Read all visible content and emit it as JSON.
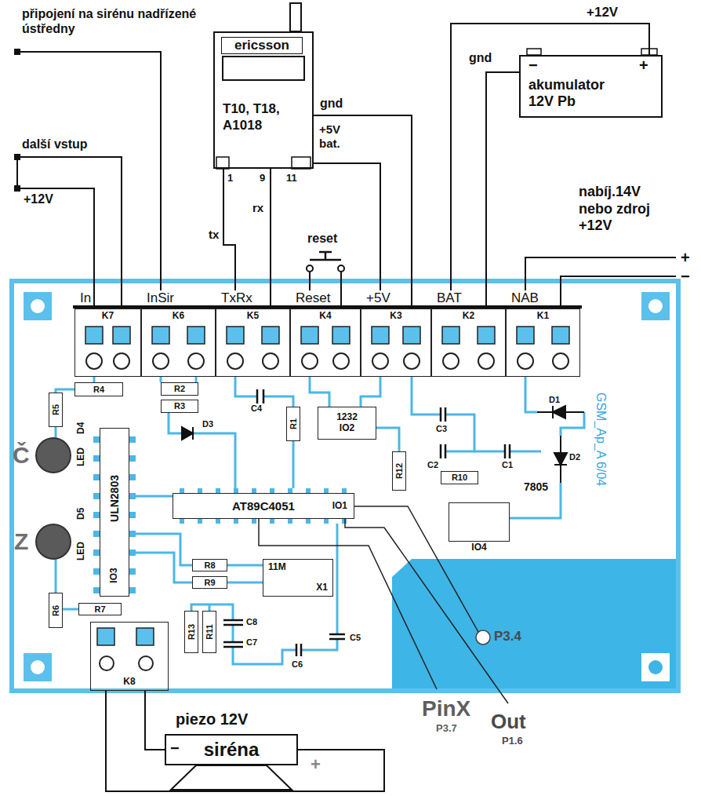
{
  "diagram": {
    "nodes": [
      {
        "text": [
          "ericsson",
          "T10, T18, A1018"
        ]
      },
      {
        "text": [
          "akumulator 12V Pb"
        ]
      },
      {
        "text": [
          "GSM_Ap_A 6/04"
        ]
      },
      {
        "text": [
          "In",
          "K7"
        ],
        "in": 2
      },
      {
        "text": [
          "InSir",
          "K6"
        ],
        "in": 2
      },
      {
        "text": [
          "TxRx",
          "K5"
        ],
        "in": 2
      },
      {
        "text": [
          "Reset",
          "K4"
        ],
        "in": 2
      },
      {
        "text": [
          "+5V",
          "K3"
        ],
        "in": 2
      },
      {
        "text": [
          "BAT",
          "K2"
        ],
        "in": 2
      },
      {
        "text": [
          "NAB",
          "K1"
        ],
        "in": 2
      },
      {
        "text": [
          "R4"
        ],
        "in": 2
      },
      {
        "text": [
          "R2"
        ],
        "in": 2
      },
      {
        "text": [
          "R3"
        ],
        "in": 2
      },
      {
        "text": [
          "R5"
        ],
        "in": 2
      },
      {
        "text": [
          "R1"
        ],
        "in": 2
      },
      {
        "text": [
          "1232",
          "IO2"
        ],
        "in": 2
      },
      {
        "text": [
          "R12"
        ],
        "in": 2
      },
      {
        "text": [
          "R10"
        ],
        "in": 2
      },
      {
        "text": [
          "ULN2803",
          "IO3"
        ],
        "in": 2
      },
      {
        "text": [
          "AT89C4051",
          "IO1"
        ],
        "in": 2
      },
      {
        "text": [
          "IO4"
        ],
        "in": 2
      },
      {
        "text": [
          "R8"
        ],
        "in": 2
      },
      {
        "text": [
          "R9"
        ],
        "in": 2
      },
      {
        "text": [
          "11M",
          "X1"
        ],
        "in": 2
      },
      {
        "text": [
          "R6"
        ],
        "in": 2
      },
      {
        "text": [
          "R7"
        ],
        "in": 2
      },
      {
        "text": [
          "R13"
        ],
        "in": 2
      },
      {
        "text": [
          "R11"
        ],
        "in": 2
      },
      {
        "text": [
          "K8"
        ],
        "in": 2
      },
      {
        "text": [
          "piezo 12V",
          "siréna"
        ]
      }
    ],
    "edges": [
      {
        "from": 0,
        "to": 5,
        "arrow": "none"
      },
      {
        "from": 0,
        "to": 5,
        "arrow": "none"
      },
      {
        "from": 0,
        "to": 7,
        "arrow": "none"
      },
      {
        "from": 0,
        "to": 7,
        "arrow": "none"
      },
      {
        "from": 1,
        "to": 8,
        "arrow": "none"
      },
      {
        "from": 1,
        "to": 8,
        "arrow": "none"
      },
      {
        "from": 28,
        "to": 29,
        "arrow": "none"
      },
      {
        "from": 28,
        "to": 29,
        "arrow": "none"
      }
    ],
    "labels": [
      "připojení na sirénu nadřízené ústředny",
      "další vstup",
      "+12V",
      "1",
      "9",
      "11",
      "gnd",
      "+5V bat.",
      "rx",
      "tx",
      "reset",
      "+12V",
      "gnd",
      "−",
      "+",
      "nabíj.14V nebo zdroj +12V",
      "+",
      "−",
      "C4",
      "D3",
      "C3",
      "C2",
      "C1",
      "D1",
      "D2",
      "7805",
      "Č",
      "LED",
      "D4",
      "Z",
      "D5",
      "LED",
      "C8",
      "C7",
      "C6",
      "C5",
      "P3.4",
      "PinX",
      "P3.7",
      "Out",
      "P1.6",
      "−",
      "+"
    ]
  }
}
